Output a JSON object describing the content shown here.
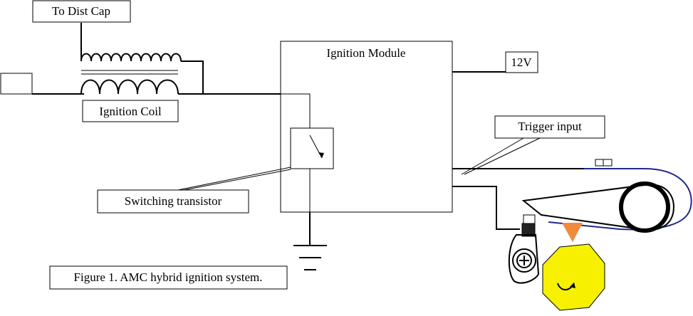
{
  "labels": {
    "dist_cap": "To Dist Cap",
    "coil": "Ignition Coil",
    "module": "Ignition Module",
    "supply": "12V",
    "trigger": "Trigger input",
    "transistor": "Switching transistor",
    "caption": "Figure 1. AMC hybrid ignition system."
  },
  "colors": {
    "wire": "#000000",
    "blue_wire": "#1f2a8c",
    "triangle": "#f08a3c",
    "gear": "#f7f000"
  }
}
